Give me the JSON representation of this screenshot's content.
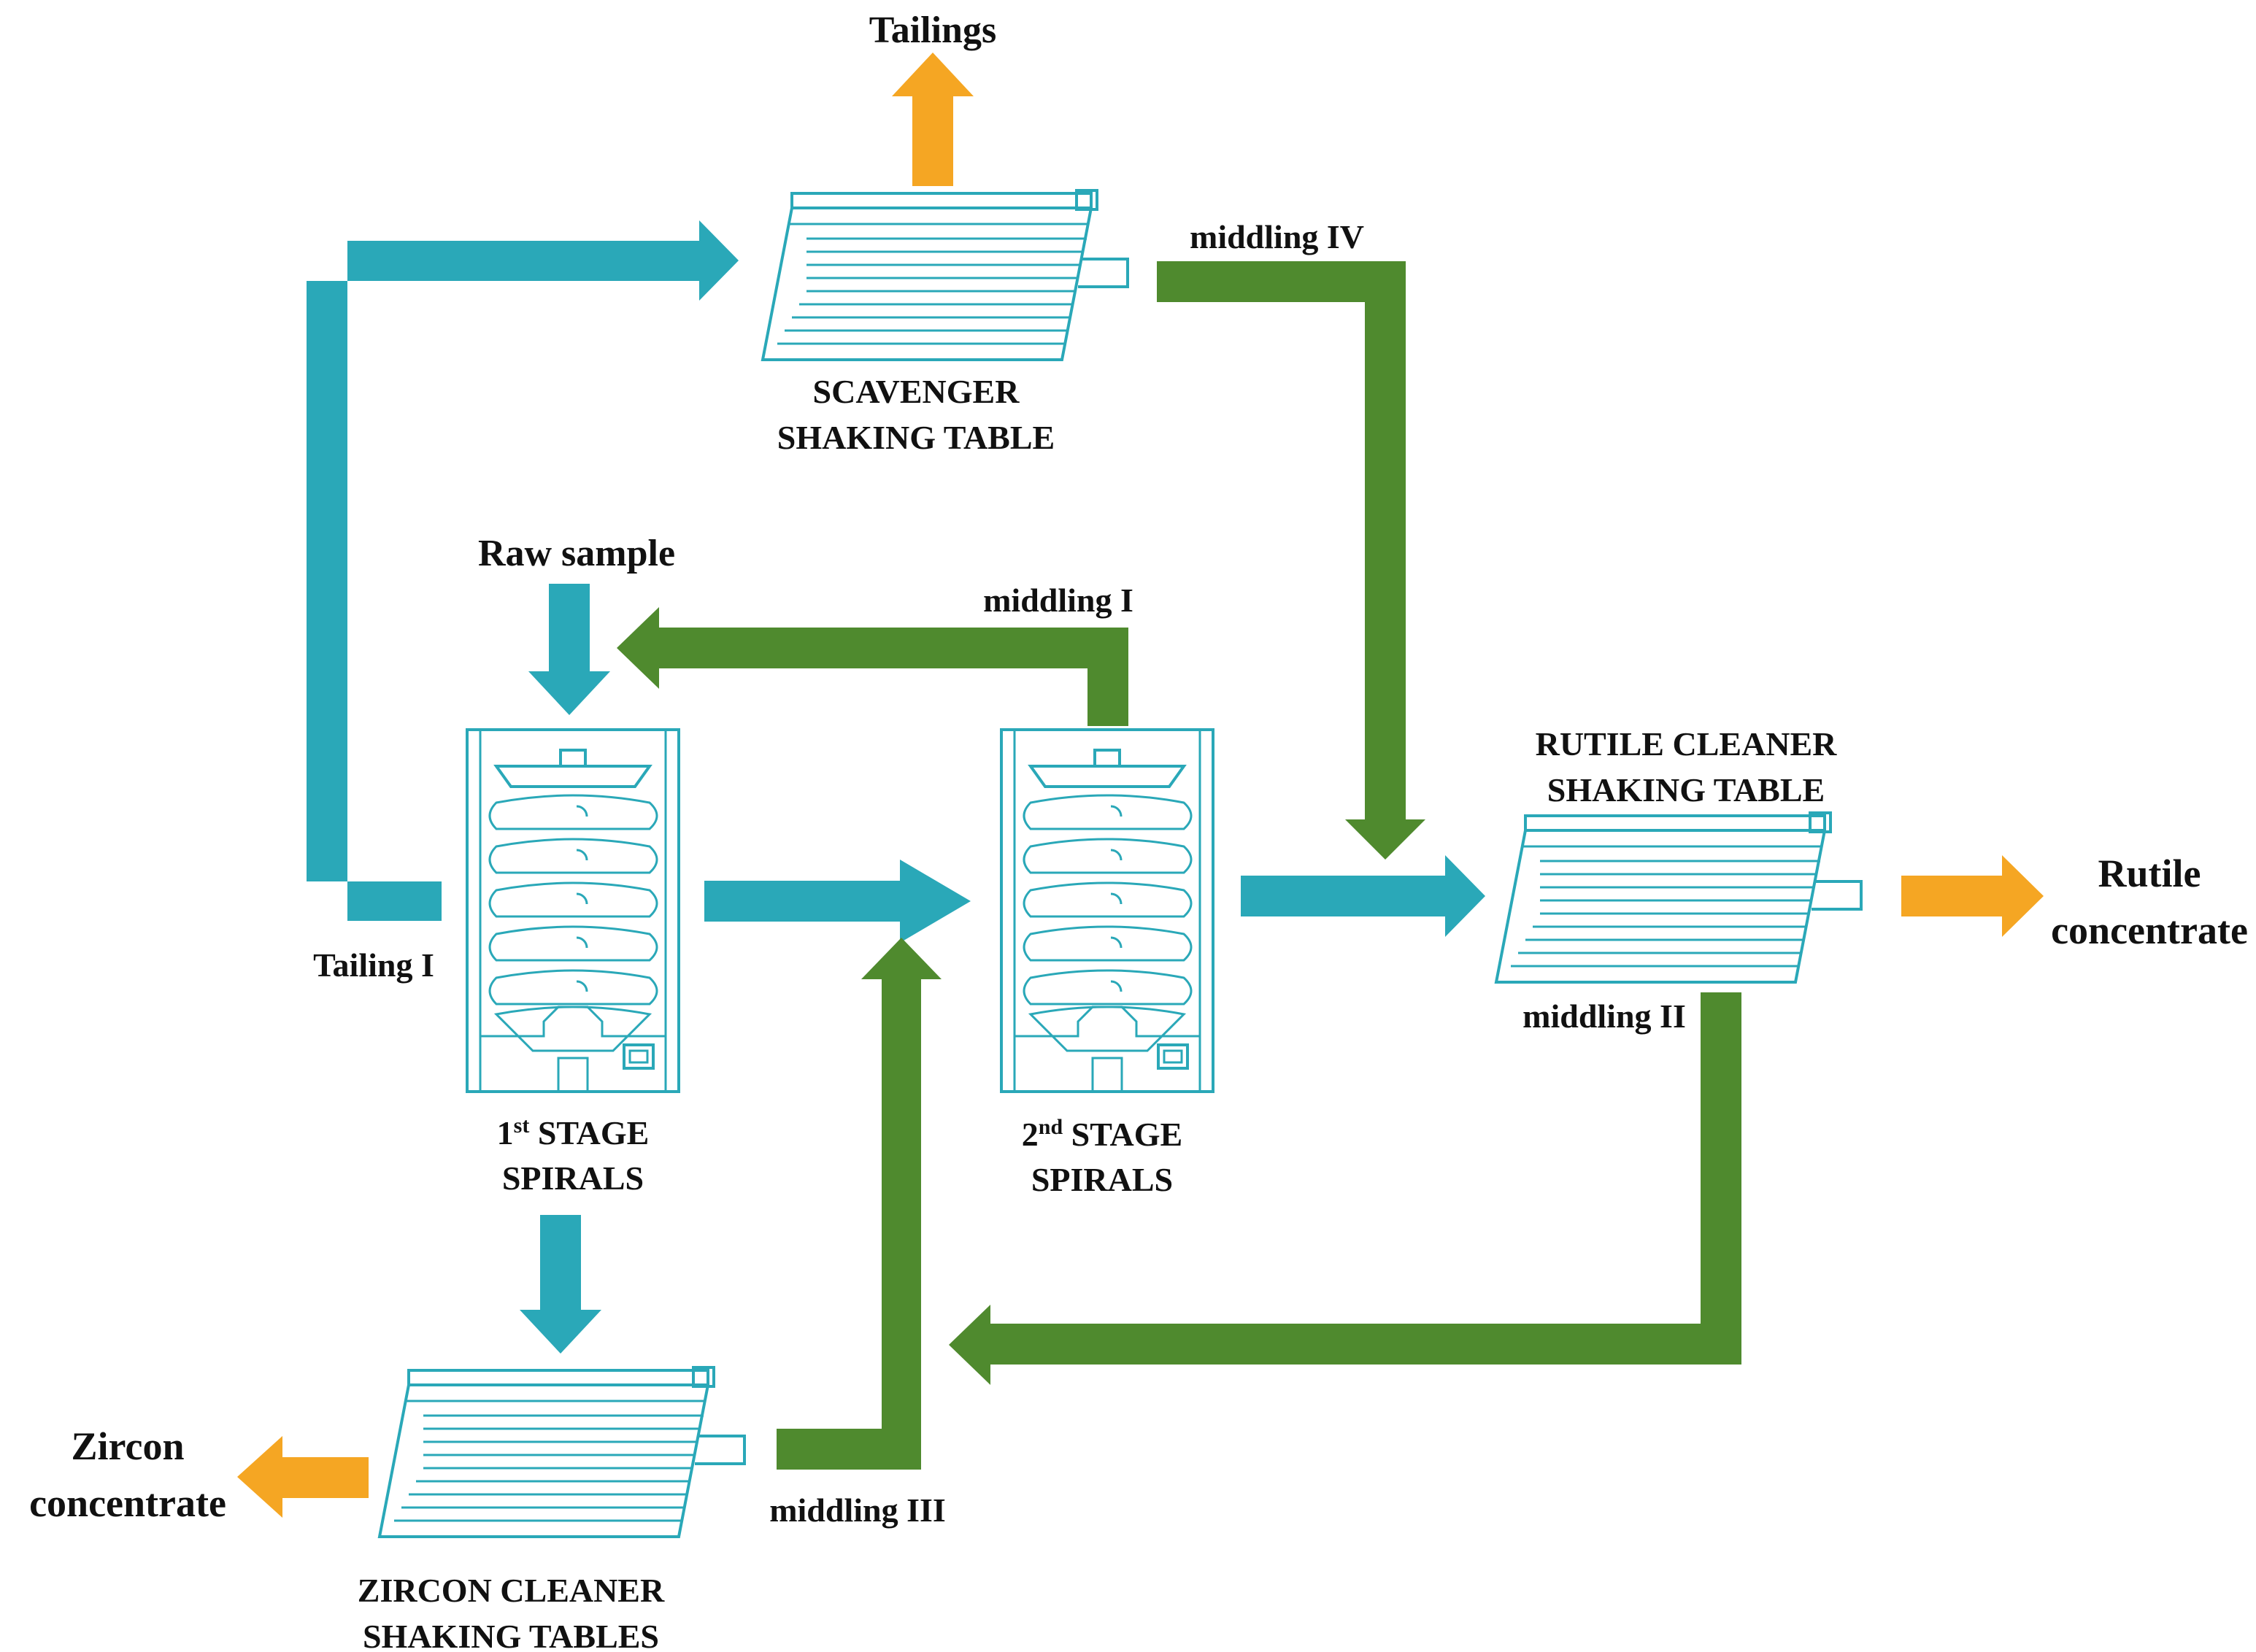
{
  "colors": {
    "feed": "#2aa8b8",
    "middling": "#4f8a2e",
    "product": "#f5a623",
    "equipment": "#2aa8b8",
    "text": "#111111"
  },
  "labels": {
    "tailings": "Tailings",
    "middling_iv": "middling IV",
    "scavenger_l1": "SCAVENGER",
    "scavenger_l2": "SHAKING TABLE",
    "raw_sample": "Raw sample",
    "middling_i": "middling I",
    "rutile_cleaner_l1": "RUTILE CLEANER",
    "rutile_cleaner_l2": "SHAKING TABLE",
    "rutile_conc_l1": "Rutile",
    "rutile_conc_l2": "concentrate",
    "tailing_i": "Tailing I",
    "middling_ii": "middling II",
    "stage1_num": "1",
    "stage1_sup": "st",
    "stage1_word": " STAGE",
    "stage1_l2": "SPIRALS",
    "stage2_num": "2",
    "stage2_sup": "nd",
    "stage2_word": " STAGE",
    "stage2_l2": "SPIRALS",
    "zircon_conc_l1": "Zircon",
    "zircon_conc_l2": "concentrate",
    "middling_iii": "middling III",
    "zircon_cleaner_l1": "ZIRCON CLEANER",
    "zircon_cleaner_l2": "SHAKING TABLES"
  },
  "icons": {
    "shaking_table": "shaking-table-icon",
    "spiral": "spiral-concentrator-icon"
  }
}
